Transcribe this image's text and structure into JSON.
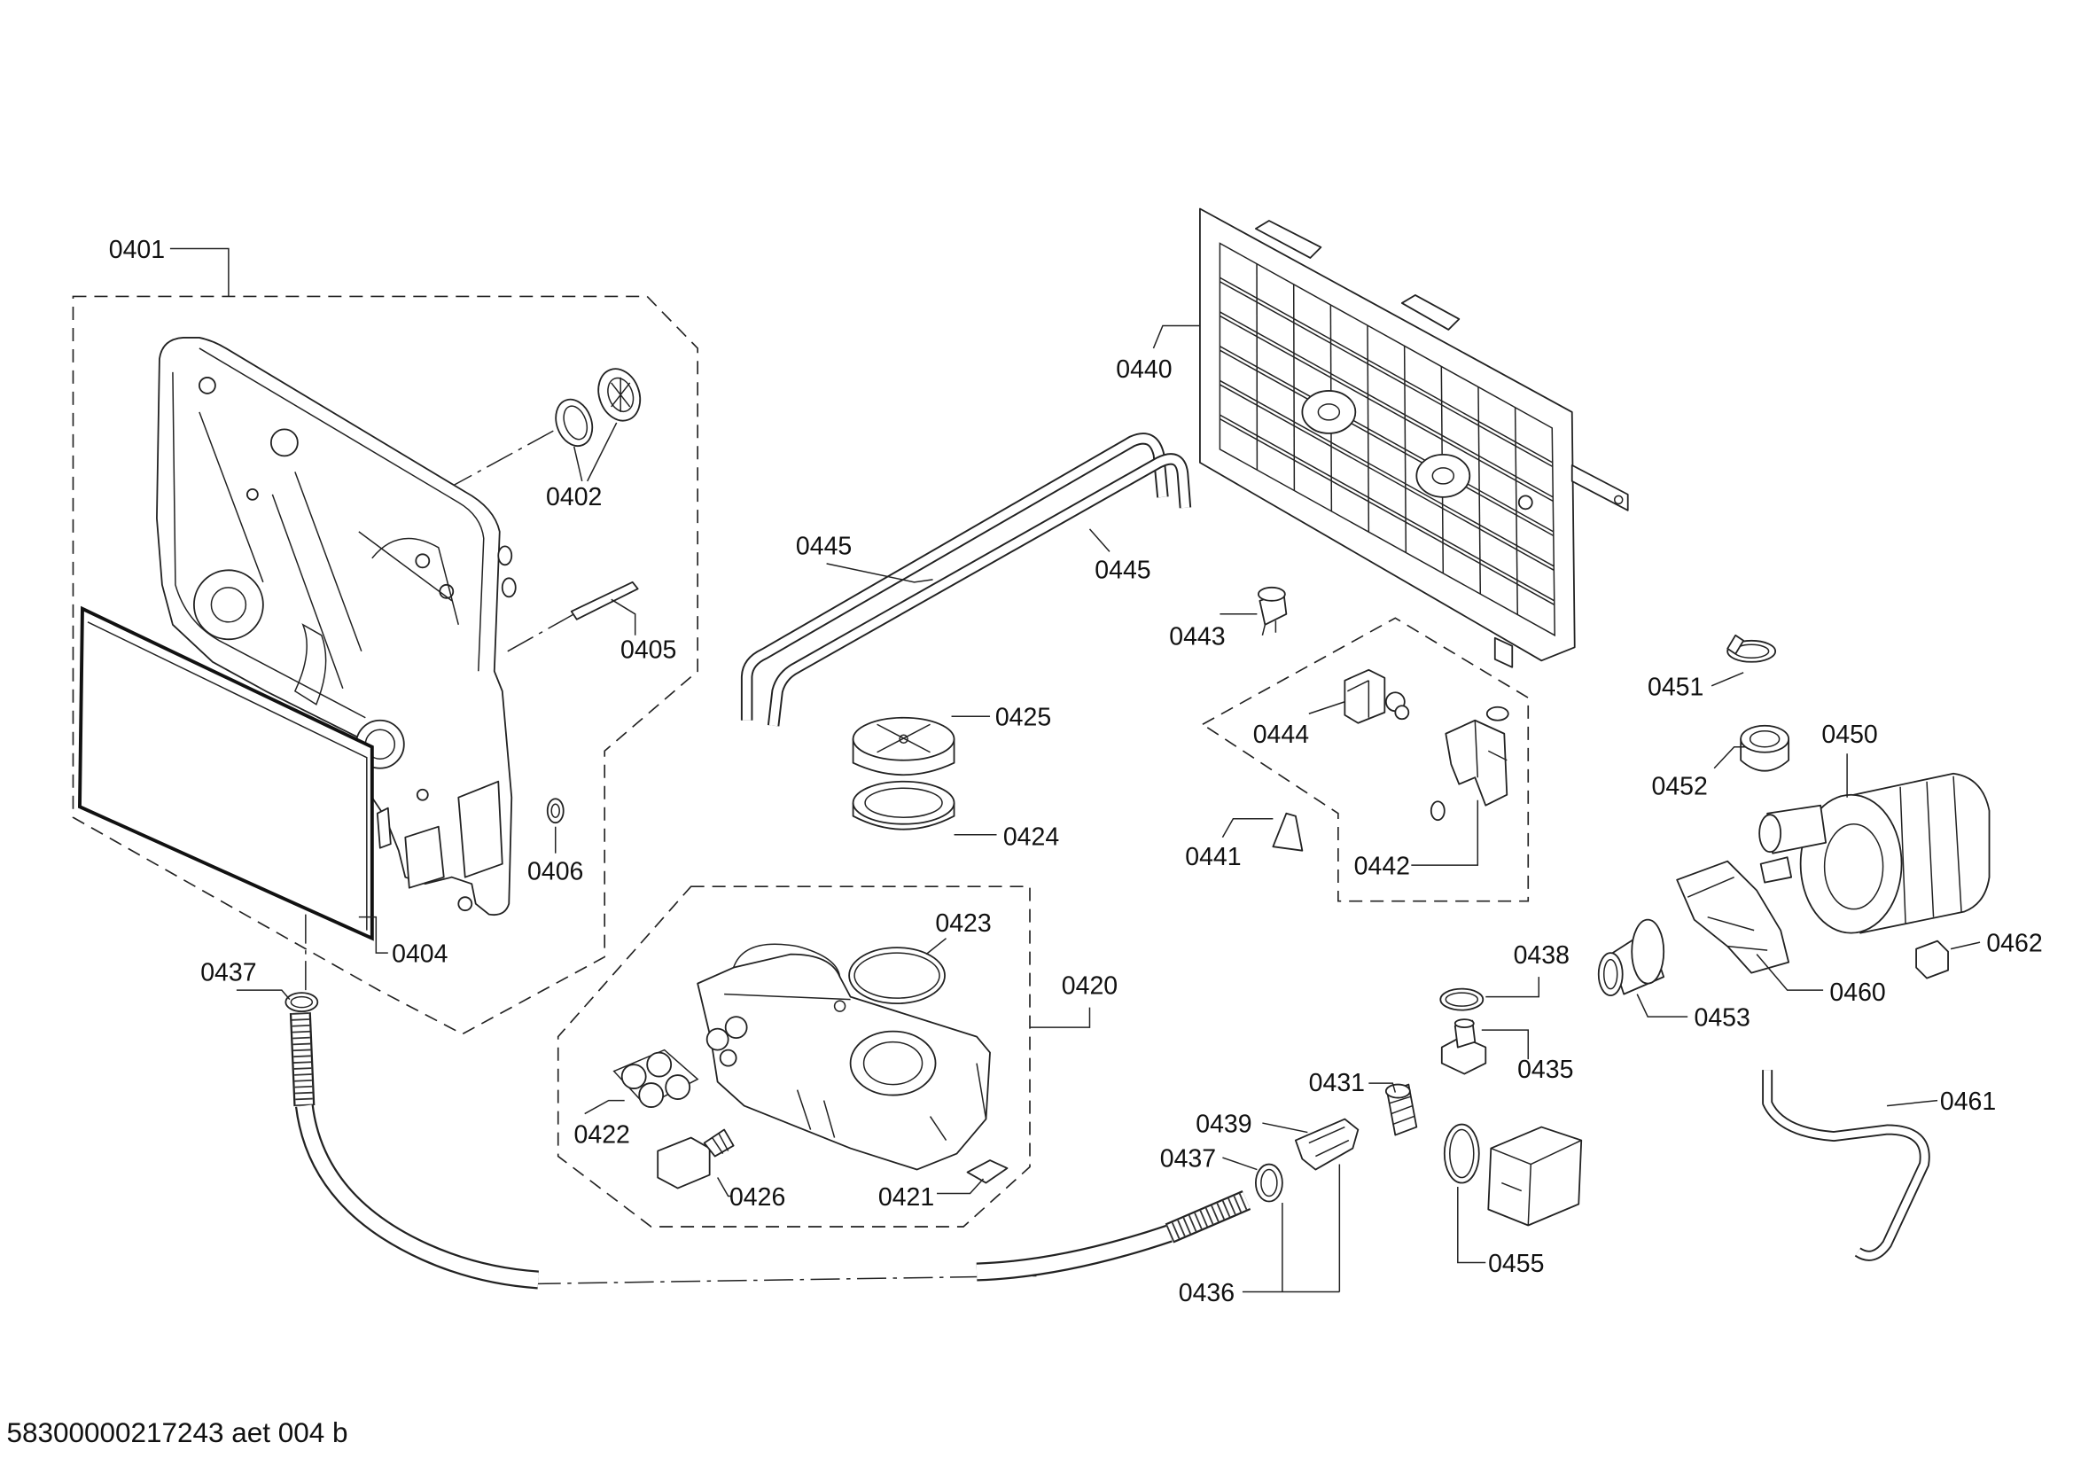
{
  "callouts": [
    "0401",
    "0402",
    "0405",
    "0406",
    "0404",
    "0437",
    "0445",
    "0445",
    "0440",
    "0443",
    "0444",
    "0441",
    "0442",
    "0425",
    "0424",
    "0423",
    "0420",
    "0422",
    "0426",
    "0421",
    "0451",
    "0450",
    "0452",
    "0462",
    "0460",
    "0453",
    "0438",
    "0435",
    "0431",
    "0439",
    "0437",
    "0455",
    "0436",
    "0461"
  ],
  "document_id": "58300000217243 aet 004 b"
}
